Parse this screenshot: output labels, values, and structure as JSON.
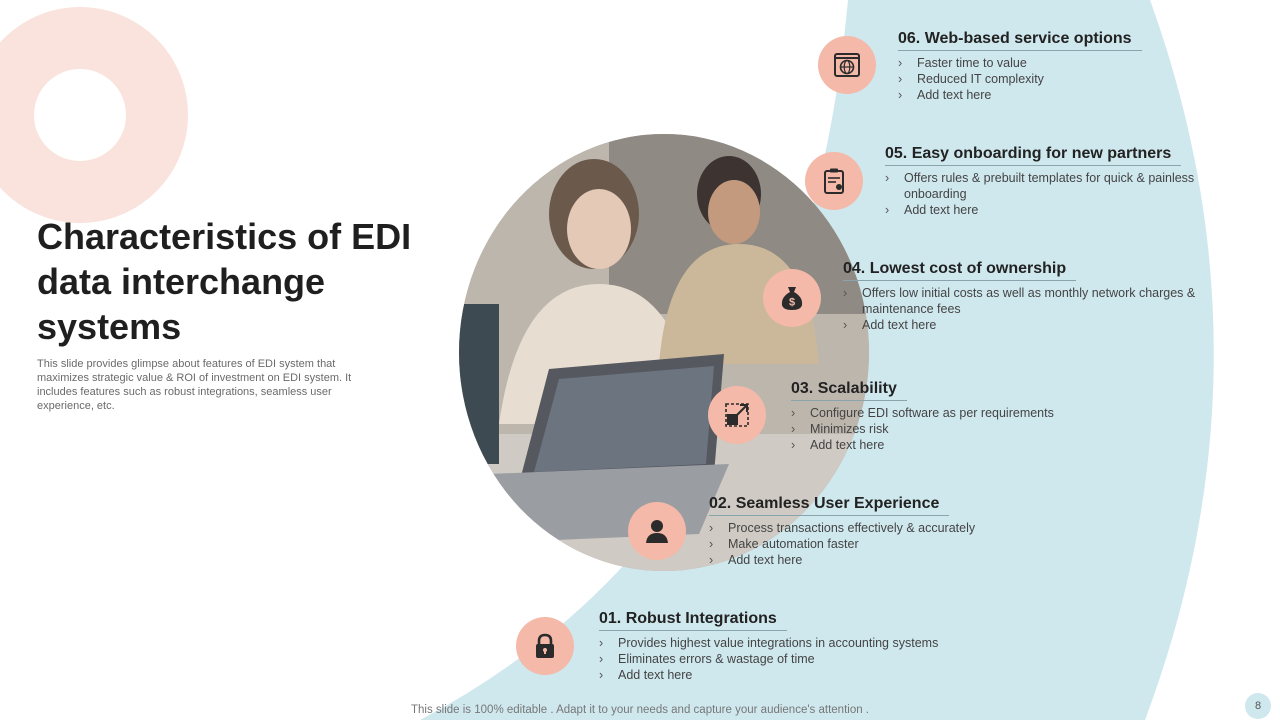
{
  "slide": {
    "title": "Characteristics of EDI data interchange systems",
    "subtitle": "This slide provides glimpse about features of EDI system that maximizes strategic value & ROI of investment on EDI system. It includes features such as robust integrations, seamless user experience, etc.",
    "footer": "This slide is 100% editable . Adapt it to your needs and capture your audience's attention .",
    "page_number": "8"
  },
  "colors": {
    "accent_peach": "#f4b9a8",
    "accent_teal": "#cfe8ee",
    "ring": "#fae3dc"
  },
  "features": [
    {
      "title": "06. Web-based service options",
      "icon": "globe-browser-icon",
      "bullets": [
        "Faster time to value",
        "Reduced IT complexity",
        "Add text here"
      ]
    },
    {
      "title": "05. Easy onboarding for new partners",
      "icon": "clipboard-user-icon",
      "bullets": [
        "Offers rules & prebuilt templates for quick & painless onboarding",
        "Add text here"
      ]
    },
    {
      "title": "04. Lowest cost of ownership",
      "icon": "money-bag-icon",
      "bullets": [
        "Offers low initial costs as well as monthly network charges & maintenance fees",
        "Add text here"
      ]
    },
    {
      "title": "03. Scalability",
      "icon": "scale-expand-icon",
      "bullets": [
        "Configure EDI software as per requirements",
        "Minimizes risk",
        "Add text here"
      ]
    },
    {
      "title": "02. Seamless User Experience",
      "icon": "user-icon",
      "bullets": [
        "Process transactions effectively & accurately",
        "Make automation faster",
        "Add text here"
      ]
    },
    {
      "title": "01. Robust Integrations",
      "icon": "padlock-icon",
      "bullets": [
        "Provides highest value integrations in accounting systems",
        "Eliminates errors & wastage of time",
        "Add text here"
      ]
    }
  ]
}
